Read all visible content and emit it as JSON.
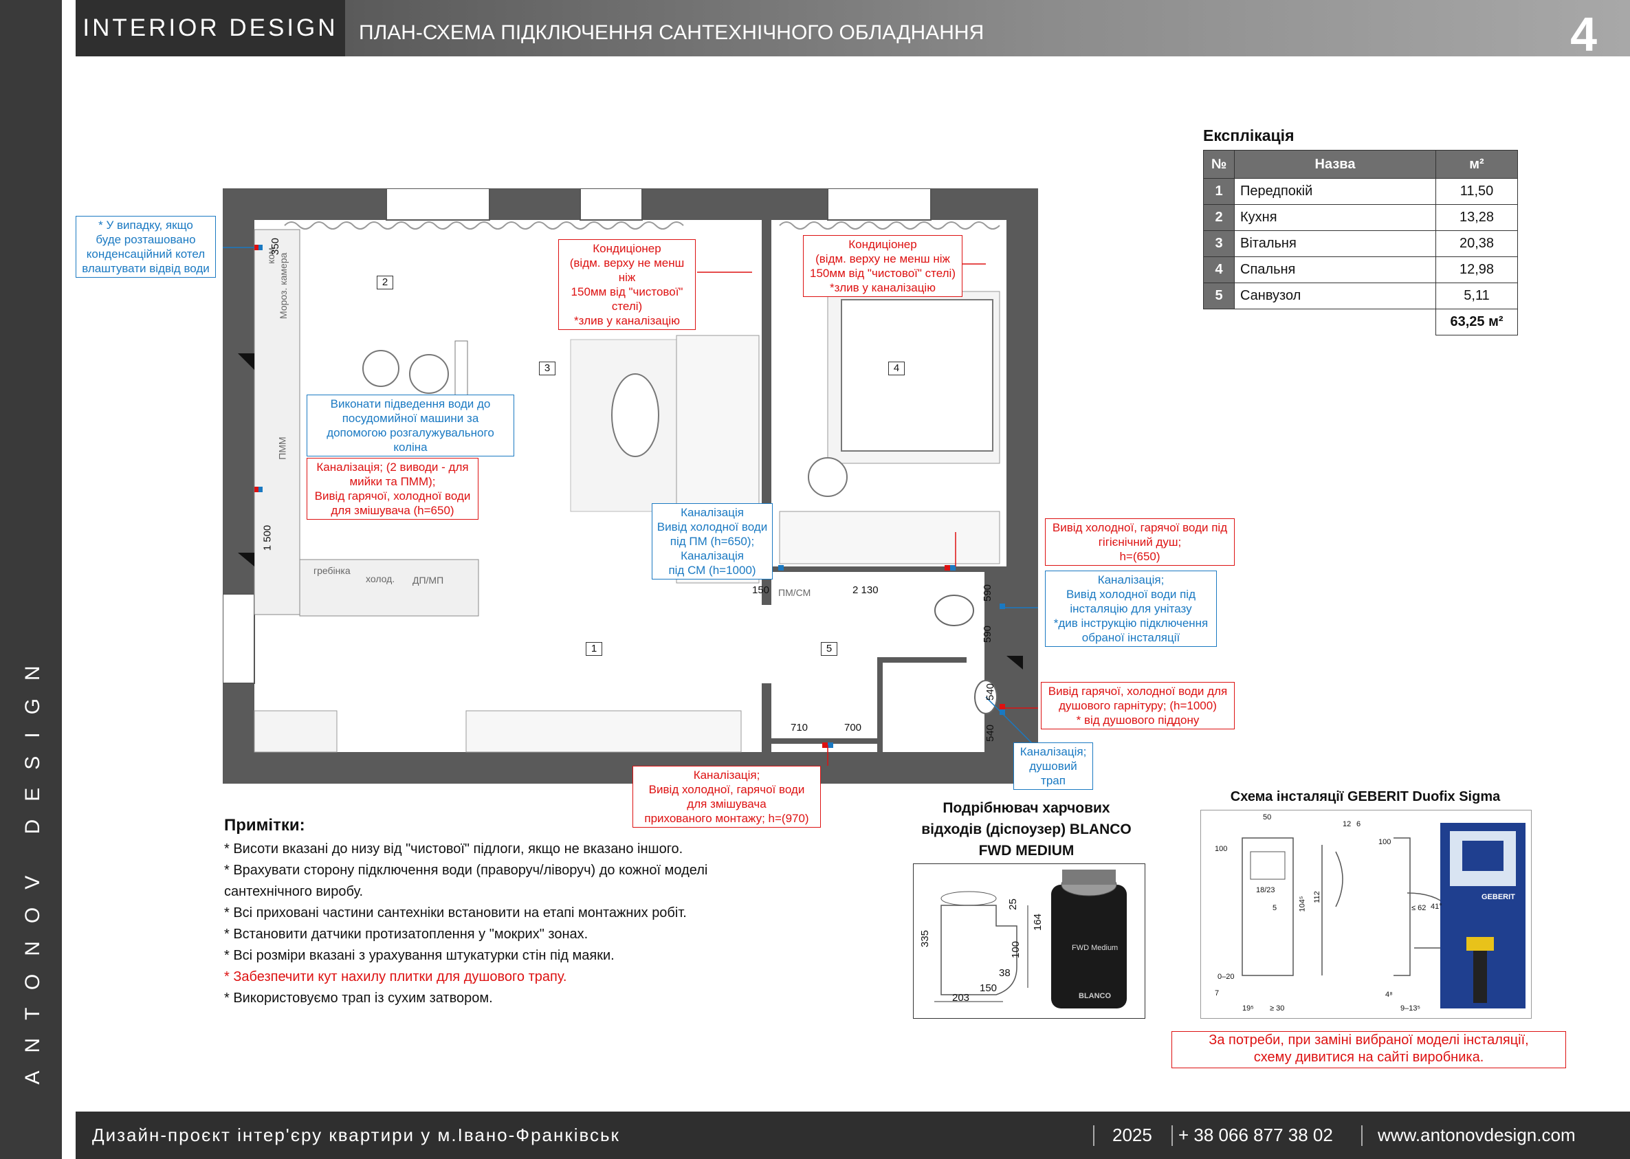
{
  "brand": {
    "side_text": "ANTONOV DESIGN",
    "header_left": "INTERIOR DESIGN",
    "header_title": "ПЛАН-СХЕМА ПІДКЛЮЧЕННЯ САНТЕХНІЧНОГО ОБЛАДНАННЯ",
    "page_number": "4"
  },
  "footer": {
    "project": "Дизайн-проєкт інтер'єру квартири у м.Івано-Франківськ",
    "year": "2025",
    "phone": "+ 38 066 877 38 02",
    "site": "www.antonovdesign.com"
  },
  "explication": {
    "title": "Експлікація",
    "headers": [
      "№",
      "Назва",
      "м²"
    ],
    "rows": [
      {
        "n": "1",
        "name": "Передпокій",
        "area": "11,50"
      },
      {
        "n": "2",
        "name": "Кухня",
        "area": "13,28"
      },
      {
        "n": "3",
        "name": "Вітальня",
        "area": "20,38"
      },
      {
        "n": "4",
        "name": "Спальня",
        "area": "12,98"
      },
      {
        "n": "5",
        "name": "Санвузол",
        "area": "5,11"
      }
    ],
    "total": "63,25 м²"
  },
  "plan": {
    "rooms": [
      "1",
      "2",
      "3",
      "4",
      "5"
    ],
    "labels": {
      "kom": "ком",
      "moroz": "Мороз. камера",
      "pmm": "ПММ",
      "grebinka": "гребінка",
      "holod": "холод.",
      "dpmp": "ДП/МП",
      "pmsm": "ПМ/СМ"
    },
    "dims": {
      "d350": "350",
      "d1500": "1 500",
      "d150": "150",
      "d2130": "2 130",
      "d590a": "590",
      "d590b": "590",
      "d540a": "540",
      "d540b": "540",
      "d710": "710",
      "d700": "700"
    },
    "notes": {
      "boiler": "* У випадку, якщо\nбуде розташовано\nконденсаційний котел\nвлаштувати відвід води",
      "ac1": "Кондиціонер\n(відм. верху не менш ніж\n150мм від \"чистової\" стелі)\n*злив у каналізацію",
      "ac2": "Кондиціонер\n(відм. верху не менш ніж\n150мм від \"чистової\" стелі)\n*злив у каналізацію",
      "dishwasher": "Виконати підведення води до\nпосудомийної машини за\nдопомогою розгалужувального\nколіна",
      "sink": "Каналізація; (2 виводи - для\nмийки та ПММ);\nВивід гарячої, холодної води\nдля змішувача (h=650)",
      "washer": "Каналізація\nВивід холодної води\nпід ПМ (h=650);\nКаналізація\nпід СМ (h=1000)",
      "hygienic": "Вивід холодної, гарячої води під\nгігієнічний душ;\nh=(650)",
      "toilet": "Каналізація;\nВивід холодної води під\nінсталяцію для унітазу\n*див інструкцію підключення\nобраної інсталяції",
      "shower": "Вивід гарячої, холодної води для\nдушового гарнітуру; (h=1000)\n* від душового піддону",
      "trap": "Каналізація;\nдушовий трап",
      "mixer": "Каналізація;\nВивід холодної, гарячої води\nдля змішувача\nприхованого монтажу; h=(970)"
    }
  },
  "notes": {
    "title": "Примітки:",
    "items": [
      "* Висоти вказані до низу від \"чистової\" підлоги, якщо не вказано іншого.",
      "* Врахувати сторону підключення води (праворуч/ліворуч) до кожної моделі сантехнічного виробу.",
      "* Всі приховані частини сантехніки встановити на етапі монтажних робіт.",
      "* Встановити датчики протизатоплення у \"мокрих\" зонах.",
      "* Всі розміри вказані з урахування штукатурки стін під маяки.",
      "* Забезпечити кут нахилу плитки для душового трапу.",
      "* Використовуємо трап із сухим затвором."
    ]
  },
  "disposer": {
    "title": "Подрібнювач харчових\nвідходів (діспоузер) BLANCO\nFWD MEDIUM",
    "dims": [
      "25",
      "164",
      "100",
      "38",
      "150",
      "203",
      "335"
    ],
    "brand_label": "FWD Medium",
    "logo": "BLANCO"
  },
  "geberit": {
    "title": "Схема інсталяції GEBERIT Duofix Sigma",
    "note": "За потреби, при заміні вибраної моделі інсталяції,\nсхему дивитися на сайті виробника.",
    "logo": "GEBERIT",
    "dims": [
      "50",
      "100",
      "112",
      "104⁵",
      "18/23",
      "5",
      "0–20",
      "19⁵",
      "≥ 30",
      "7",
      "4⁸",
      "9–13⁵",
      "≤ 62",
      "41°",
      "100",
      "12",
      "6"
    ]
  },
  "colors": {
    "header_dark": "#2f2f2f",
    "wall": "#5a5a5a",
    "red": "#d11111",
    "blue": "#1a79c2"
  }
}
